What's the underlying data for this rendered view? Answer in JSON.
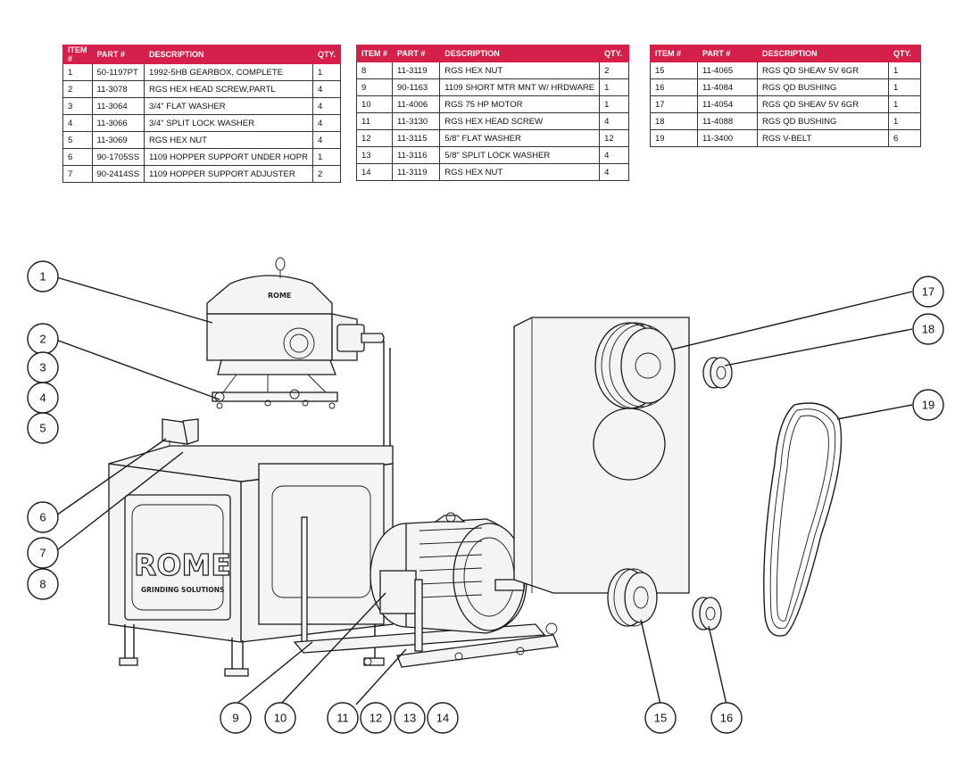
{
  "tables": [
    {
      "headers": [
        "ITEM #",
        "PART #",
        "DESCRIPTION",
        "QTY."
      ],
      "rows": [
        [
          "1",
          "50-1197PT",
          "1992-5HB GEARBOX, COMPLETE",
          "1"
        ],
        [
          "2",
          "11-3078",
          "RGS HEX HEAD SCREW,PARTL",
          "4"
        ],
        [
          "3",
          "11-3064",
          "3/4\" FLAT WASHER",
          "4"
        ],
        [
          "4",
          "11-3066",
          "3/4\" SPLIT LOCK WASHER",
          "4"
        ],
        [
          "5",
          "11-3069",
          "RGS HEX NUT",
          "4"
        ],
        [
          "6",
          "90-1705SS",
          "1109 HOPPER SUPPORT UNDER HOPR",
          "1"
        ],
        [
          "7",
          "90-2414SS",
          "1109 HOPPER SUPPORT ADJUSTER",
          "2"
        ]
      ]
    },
    {
      "headers": [
        "ITEM #",
        "PART #",
        "DESCRIPTION",
        "QTY."
      ],
      "rows": [
        [
          "8",
          "11-3119",
          "RGS HEX NUT",
          "2"
        ],
        [
          "9",
          "90-1163",
          "1109 SHORT MTR MNT W/ HRDWARE",
          "1"
        ],
        [
          "10",
          "11-4006",
          "RGS 75 HP MOTOR",
          "1"
        ],
        [
          "11",
          "11-3130",
          "RGS HEX HEAD SCREW",
          "4"
        ],
        [
          "12",
          "11-3115",
          "5/8\" FLAT WASHER",
          "12"
        ],
        [
          "13",
          "11-3116",
          "5/8\" SPLIT LOCK WASHER",
          "4"
        ],
        [
          "14",
          "11-3119",
          "RGS HEX NUT",
          "4"
        ]
      ]
    },
    {
      "headers": [
        "ITEM #",
        "PART #",
        "DESCRIPTION",
        "QTY."
      ],
      "rows": [
        [
          "15",
          "11-4065",
          "RGS QD SHEAV 5V 6GR",
          "1"
        ],
        [
          "16",
          "11-4084",
          "RGS QD BUSHING",
          "1"
        ],
        [
          "17",
          "11-4054",
          "RGS QD SHEAV 5V 6GR",
          "1"
        ],
        [
          "18",
          "11-4088",
          "RGS QD BUSHING",
          "1"
        ],
        [
          "19",
          "11-3400",
          "RGS V-BELT",
          "6"
        ]
      ]
    }
  ],
  "callouts": [
    "1",
    "2",
    "3",
    "4",
    "5",
    "6",
    "7",
    "8",
    "9",
    "10",
    "11",
    "12",
    "13",
    "14",
    "15",
    "16",
    "17",
    "18",
    "19"
  ],
  "logo": {
    "brand": "ROME",
    "tagline": "GRINDING SOLUTIONS"
  },
  "colors": {
    "header_bg": "#d4204a",
    "header_text": "#ffffff",
    "line": "#1a1a1a"
  }
}
